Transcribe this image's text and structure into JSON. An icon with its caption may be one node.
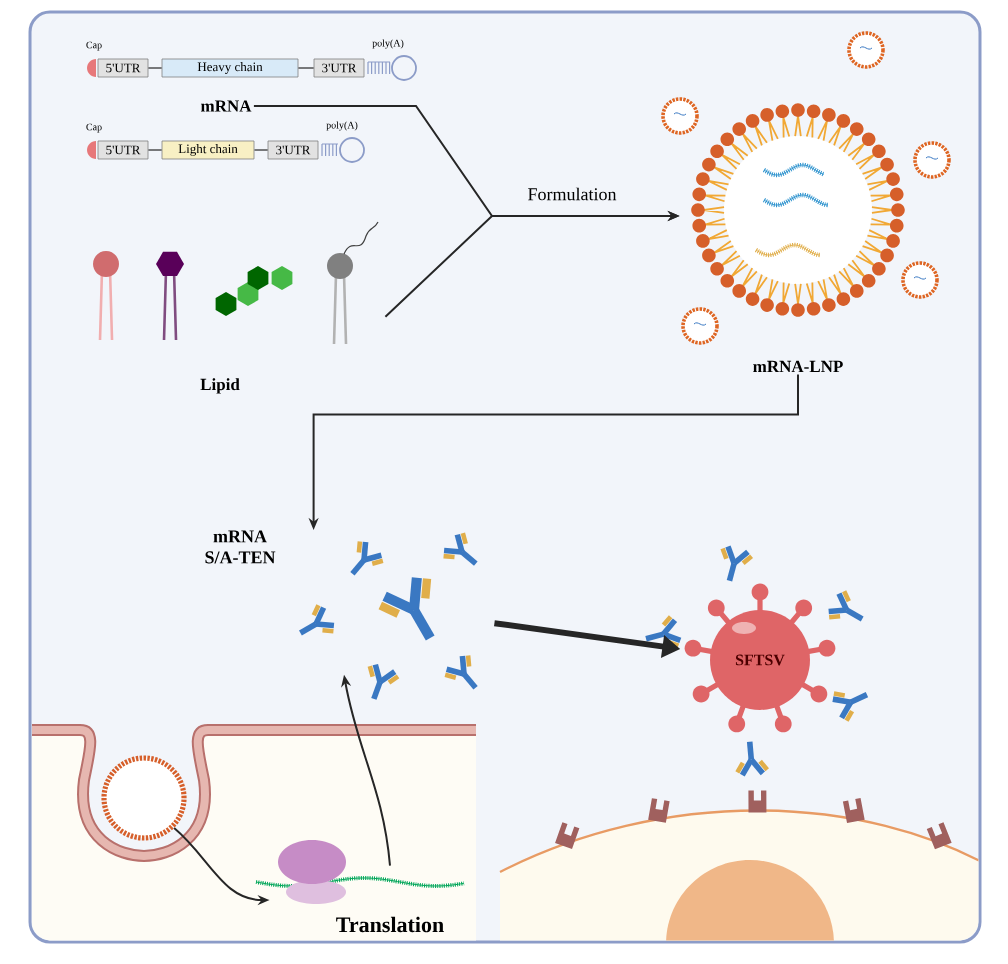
{
  "diagram": {
    "nodes": [
      {
        "text": [
          "5'UTR"
        ]
      },
      {
        "text": [
          "Heavy chain"
        ]
      },
      {
        "text": [
          "3'UTR"
        ]
      },
      {
        "text": [
          "mRNA"
        ]
      },
      {
        "text": [
          "5'UTR"
        ]
      },
      {
        "text": [
          "Light chain"
        ]
      },
      {
        "text": [
          "3'UTR"
        ]
      },
      {
        "text": [
          "Lipid"
        ]
      },
      {
        "text": [
          "mRNA-LNP"
        ]
      },
      {
        "text": [
          "mRNA S/A-TEN"
        ]
      },
      {
        "text": [
          "SFTSV"
        ]
      },
      {
        "text": [],
        "shape": "circle"
      },
      {
        "text": [
          "Translation"
        ]
      }
    ],
    "edges": [
      {
        "from": 0,
        "to": 1,
        "arrow": "none"
      },
      {
        "from": 1,
        "to": 2,
        "arrow": "none"
      },
      {
        "from": 4,
        "to": 5,
        "arrow": "none"
      },
      {
        "from": 5,
        "to": 6,
        "arrow": "none"
      },
      {
        "from": 3,
        "to": 8,
        "arrow": "to",
        "label": "Formulation"
      },
      {
        "from": 7,
        "to": 8,
        "arrow": "to"
      },
      {
        "from": 8,
        "to": 9,
        "arrow": "to"
      },
      {
        "from": 9,
        "to": 10,
        "arrow": "to",
        "style": "thick"
      },
      {
        "from": 11,
        "to": 12,
        "arrow": "to"
      },
      {
        "from": 12,
        "to": 9,
        "arrow": "to"
      }
    ],
    "labels": [
      "Cap",
      "poly(A)",
      "Cap",
      "poly(A)"
    ]
  }
}
